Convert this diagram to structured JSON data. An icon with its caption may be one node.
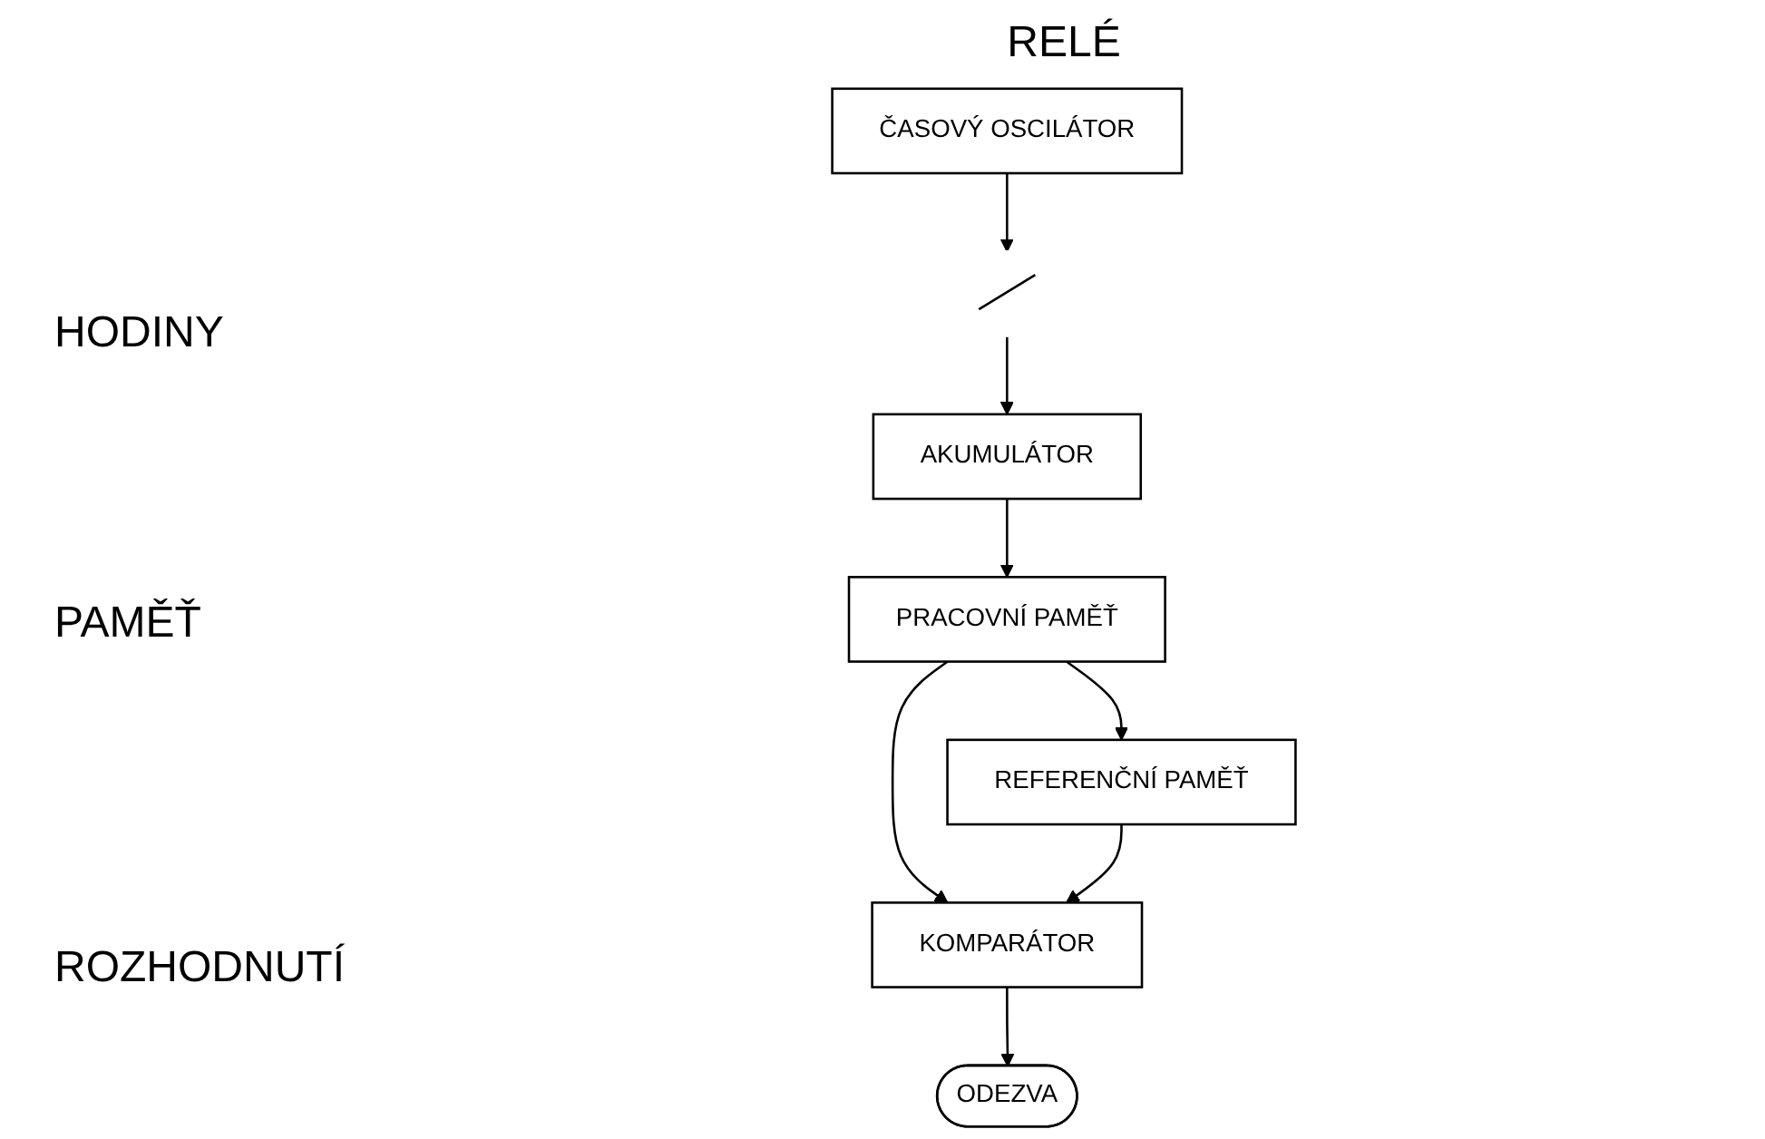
{
  "diagram": {
    "nodes": [
      {
        "text": [
          "ČASOVÝ OSCILÁTOR"
        ]
      },
      {
        "text": [],
        "shape": "switch"
      },
      {
        "text": [
          "AKUMULÁTOR"
        ]
      },
      {
        "text": [
          "PRACOVNÍ PAMĚŤ"
        ]
      },
      {
        "text": [
          "REFERENČNÍ PAMĚŤ"
        ]
      },
      {
        "text": [
          "KOMPARÁTOR"
        ]
      },
      {
        "text": [
          "ODEZVA"
        ]
      }
    ],
    "edges": [
      {
        "from": 0,
        "to": 1,
        "arrow": "to"
      },
      {
        "from": 1,
        "to": 2,
        "arrow": "to"
      },
      {
        "from": 2,
        "to": 3,
        "arrow": "to"
      },
      {
        "from": 3,
        "to": 4,
        "arrow": "to"
      },
      {
        "from": 3,
        "to": 5,
        "arrow": "to"
      },
      {
        "from": 4,
        "to": 5,
        "arrow": "to"
      },
      {
        "from": 5,
        "to": 6,
        "arrow": "to"
      }
    ],
    "labels": [
      "RELÉ",
      "HODINY",
      "PAMĚŤ",
      "ROZHODNUTÍ"
    ]
  }
}
